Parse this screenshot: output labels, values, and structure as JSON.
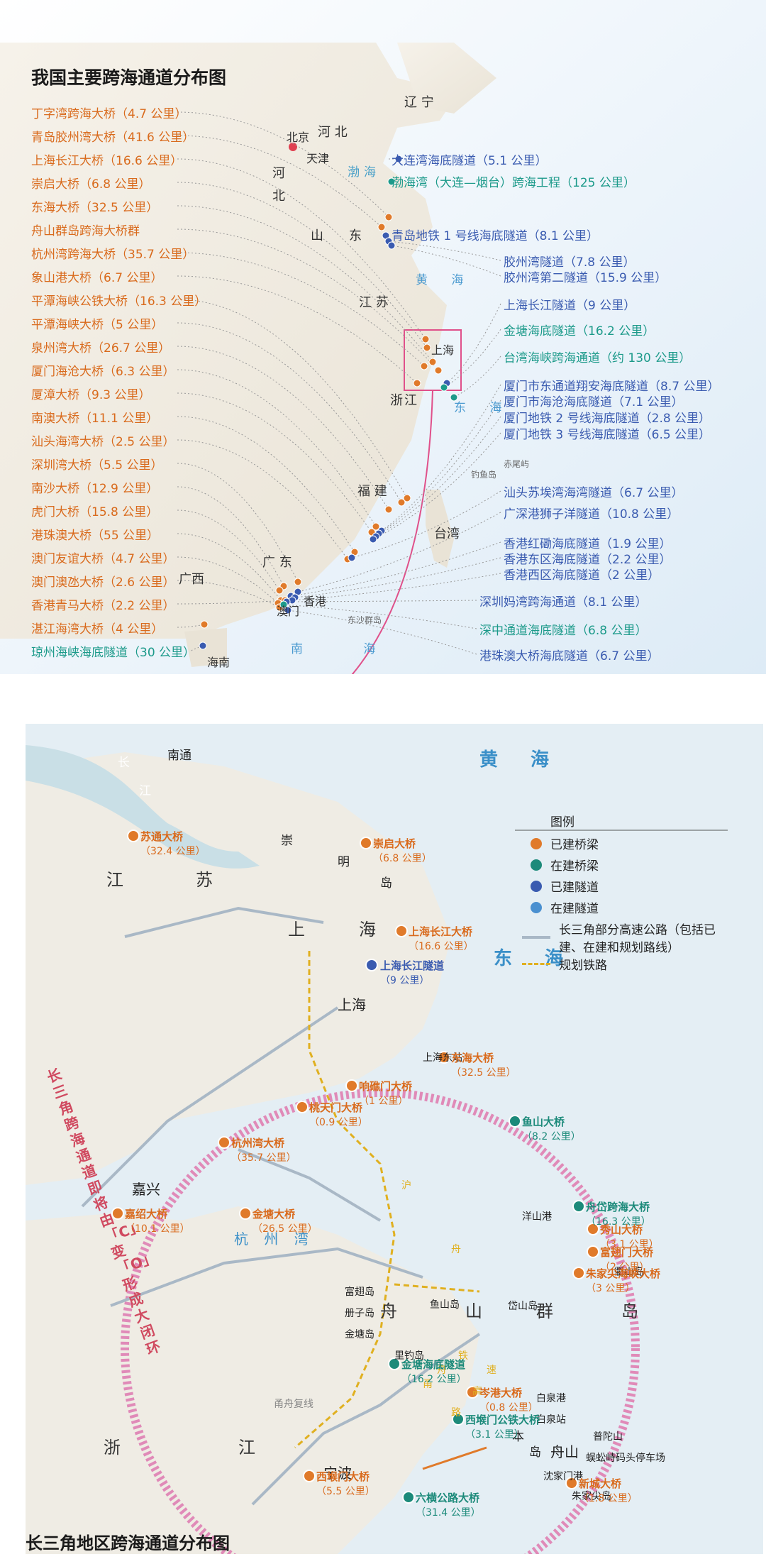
{
  "top": {
    "title": "我国主要跨海通道分布图",
    "left_labels": [
      {
        "text": "丁字湾跨海大桥（4.7 公里）",
        "cls": "o"
      },
      {
        "text": "青岛胶州湾大桥（41.6 公里）",
        "cls": "o"
      },
      {
        "text": "上海长江大桥（16.6 公里）",
        "cls": "o"
      },
      {
        "text": "崇启大桥（6.8 公里）",
        "cls": "o"
      },
      {
        "text": "东海大桥（32.5 公里）",
        "cls": "o"
      },
      {
        "text": "舟山群岛跨海大桥群",
        "cls": "o"
      },
      {
        "text": "杭州湾跨海大桥（35.7 公里）",
        "cls": "o"
      },
      {
        "text": "象山港大桥（6.7 公里）",
        "cls": "o"
      },
      {
        "text": "平潭海峡公铁大桥（16.3 公里）",
        "cls": "o"
      },
      {
        "text": "平潭海峡大桥（5 公里）",
        "cls": "o"
      },
      {
        "text": "泉州湾大桥（26.7 公里）",
        "cls": "o"
      },
      {
        "text": "厦门海沧大桥（6.3 公里）",
        "cls": "o"
      },
      {
        "text": "厦漳大桥（9.3 公里）",
        "cls": "o"
      },
      {
        "text": "南澳大桥（11.1 公里）",
        "cls": "o"
      },
      {
        "text": "汕头海湾大桥（2.5 公里）",
        "cls": "o"
      },
      {
        "text": "深圳湾大桥（5.5 公里）",
        "cls": "o"
      },
      {
        "text": "南沙大桥（12.9 公里）",
        "cls": "o"
      },
      {
        "text": "虎门大桥（15.8 公里）",
        "cls": "o"
      },
      {
        "text": "港珠澳大桥（55 公里）",
        "cls": "o"
      },
      {
        "text": "澳门友谊大桥（4.7 公里）",
        "cls": "o"
      },
      {
        "text": "澳门澳氹大桥（2.6 公里）",
        "cls": "o"
      },
      {
        "text": "香港青马大桥（2.2 公里）",
        "cls": "o"
      },
      {
        "text": "湛江海湾大桥（4 公里）",
        "cls": "o"
      },
      {
        "text": "琼州海峡海底隧道（30 公里）",
        "cls": "g"
      }
    ],
    "right_labels": [
      {
        "text": "大连湾海底隧道（5.1 公里）",
        "cls": "b"
      },
      {
        "text": "渤海湾（大连—烟台）跨海工程（125 公里）",
        "cls": "g"
      },
      {
        "text": "青岛地铁 1 号线海底隧道（8.1 公里）",
        "cls": "b"
      },
      {
        "text": "胶州湾隧道（7.8 公里）",
        "cls": "b"
      },
      {
        "text": "胶州湾第二隧道（15.9 公里）",
        "cls": "b"
      },
      {
        "text": "上海长江隧道（9 公里）",
        "cls": "b"
      },
      {
        "text": "金塘海底隧道（16.2 公里）",
        "cls": "g"
      },
      {
        "text": "台湾海峡跨海通道（约 130 公里）",
        "cls": "g"
      },
      {
        "text": "厦门市东通道翔安海底隧道（8.7 公里）",
        "cls": "b"
      },
      {
        "text": "厦门市海沧海底隧道（7.1 公里）",
        "cls": "b"
      },
      {
        "text": "厦门地铁 2 号线海底隧道（2.8 公里）",
        "cls": "b"
      },
      {
        "text": "厦门地铁 3 号线海底隧道（6.5 公里）",
        "cls": "b"
      },
      {
        "text": "汕头苏埃湾海湾隧道（6.7 公里）",
        "cls": "b"
      },
      {
        "text": "广深港狮子洋隧道（10.8 公里）",
        "cls": "b"
      },
      {
        "text": "香港红磡海底隧道（1.9 公里）",
        "cls": "b"
      },
      {
        "text": "香港东区海底隧道（2.2 公里）",
        "cls": "b"
      },
      {
        "text": "香港西区海底隧道（2 公里）",
        "cls": "b"
      },
      {
        "text": "深圳妈湾跨海通道（8.1 公里）",
        "cls": "b"
      },
      {
        "text": "深中通道海底隧道（6.8 公里）",
        "cls": "g"
      },
      {
        "text": "港珠澳大桥海底隧道（6.7 公里）",
        "cls": "b"
      }
    ],
    "places": [
      {
        "text": "辽 宁"
      },
      {
        "text": "北京"
      },
      {
        "text": "河 北"
      },
      {
        "text": "天津"
      },
      {
        "text": "河"
      },
      {
        "text": "北"
      },
      {
        "text": "山　　东"
      },
      {
        "text": "江 苏"
      },
      {
        "text": "上海"
      },
      {
        "text": "浙"
      },
      {
        "text": "江"
      },
      {
        "text": "福 建"
      },
      {
        "text": "台湾"
      },
      {
        "text": "广 东"
      },
      {
        "text": "广西"
      },
      {
        "text": "澳门"
      },
      {
        "text": "香港"
      },
      {
        "text": "海南"
      },
      {
        "text": "钓鱼岛"
      },
      {
        "text": "赤尾屿"
      },
      {
        "text": "东沙群岛"
      }
    ],
    "seas": [
      "渤海",
      "黄 海",
      "东 海",
      "南 海"
    ]
  },
  "bottom": {
    "title": "长三角地区跨海通道分布图",
    "legend": {
      "title": "图例",
      "items": [
        "已建桥梁",
        "在建桥梁",
        "已建隧道",
        "在建隧道",
        "长三角部分高速公路（包括已建、在建和规划路线）",
        "规划铁路"
      ],
      "colors": {
        "built_bridge": "#e07a2a",
        "building_bridge": "#1c8a7a",
        "built_tunnel": "#3a5bb0",
        "building_tunnel": "#4a90d0",
        "road": "#a9b8c6",
        "rail": "#e0b020"
      }
    },
    "seas": {
      "yellow": "黄　海",
      "east": "东　海"
    },
    "regions": [
      "江",
      "苏",
      "崇",
      "明",
      "岛",
      "上",
      "海",
      "浙",
      "江",
      "杭 州 湾",
      "舟",
      "山",
      "群",
      "岛",
      "长",
      "江"
    ],
    "cities": [
      "南通",
      "上海",
      "嘉兴",
      "宁波",
      "舟山",
      "上海东站",
      "洋山港",
      "白泉港",
      "白泉站",
      "沈家门港",
      "蜈蚣峙码头停车场"
    ],
    "islands": [
      "衢山岛",
      "岱山岛",
      "鱼山岛",
      "富翅岛",
      "册子岛",
      "金塘岛",
      "里钓岛",
      "普陀山",
      "朱家尖岛",
      "本",
      "岛"
    ],
    "rail_labels": [
      "沪",
      "舟",
      "甬",
      "舟",
      "铁",
      "路",
      "高",
      "速",
      "甬舟复线"
    ],
    "ring_text": "长三角跨海通道即将由「C」变「O」形成大闭环",
    "bridges": [
      {
        "name": "苏通大桥",
        "len": "（32.4 公里）",
        "kind": "o"
      },
      {
        "name": "崇启大桥",
        "len": "（6.8 公里）",
        "kind": "o"
      },
      {
        "name": "上海长江大桥",
        "len": "（16.6 公里）",
        "kind": "o"
      },
      {
        "name": "上海长江隧道",
        "len": "（9 公里）",
        "kind": "b"
      },
      {
        "name": "东海大桥",
        "len": "（32.5 公里）",
        "kind": "o"
      },
      {
        "name": "响礁门大桥",
        "len": "（1 公里）",
        "kind": "o"
      },
      {
        "name": "桃天门大桥",
        "len": "（0.9 公里）",
        "kind": "o"
      },
      {
        "name": "鱼山大桥",
        "len": "（8.2 公里）",
        "kind": "g"
      },
      {
        "name": "杭州湾大桥",
        "len": "（35.7 公里）",
        "kind": "o"
      },
      {
        "name": "嘉绍大桥",
        "len": "（10.1 公里）",
        "kind": "o"
      },
      {
        "name": "舟岱跨海大桥",
        "len": "（16.3 公里）",
        "kind": "g"
      },
      {
        "name": "秀山大桥",
        "len": "（3.1 公里）",
        "kind": "o"
      },
      {
        "name": "富翅门大桥",
        "len": "（2 公里）",
        "kind": "o"
      },
      {
        "name": "朱家尖海峡大桥",
        "len": "（3 公里）",
        "kind": "o"
      },
      {
        "name": "金塘大桥",
        "len": "（26.5 公里）",
        "kind": "o"
      },
      {
        "name": "金塘海底隧道",
        "len": "（16.2 公里）",
        "kind": "g"
      },
      {
        "name": "岑港大桥",
        "len": "（0.8 公里）",
        "kind": "o"
      },
      {
        "name": "西堠门公铁大桥",
        "len": "（3.1 公里）",
        "kind": "g"
      },
      {
        "name": "西堠门大桥",
        "len": "（5.5 公里）",
        "kind": "o"
      },
      {
        "name": "六横公路大桥",
        "len": "（31.4 公里）",
        "kind": "g"
      },
      {
        "name": "新城大桥",
        "len": "（1.8 公里）",
        "kind": "o"
      }
    ]
  }
}
